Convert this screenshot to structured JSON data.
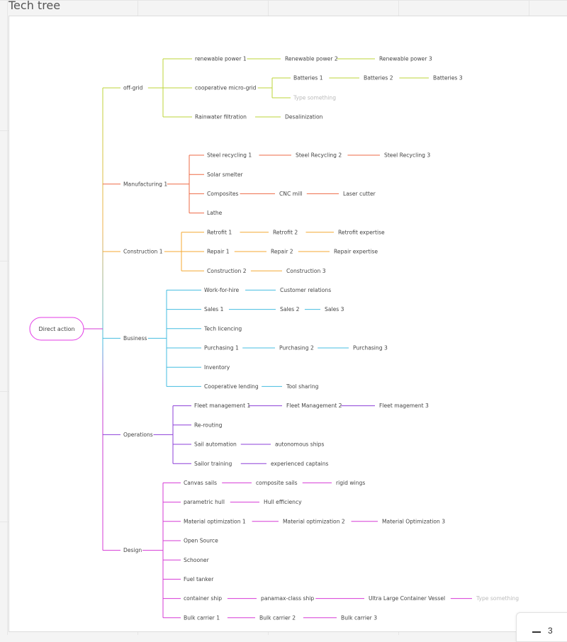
{
  "frame": {
    "title": "Tech tree"
  },
  "colors": {
    "offgrid": "#bcd63a",
    "manufacturing": "#ee6a45",
    "construction": "#f4a933",
    "business": "#45bde0",
    "operations": "#8d3fd8",
    "design": "#d63ad6",
    "spine_top": "#f0b04a",
    "spine_bottom": "#c33bd0",
    "placeholder": "#bbbbbb"
  },
  "tree": {
    "root": {
      "label": "Direct action"
    },
    "branches": [
      {
        "id": "offgrid",
        "label": "off-grid",
        "color": "offgrid",
        "children": [
          {
            "label": "renewable power 1",
            "chain": [
              "Renewable power 2",
              "Renewable power 3"
            ]
          },
          {
            "label": "cooperative micro-grid",
            "sub": [
              {
                "label": "Batteries 1",
                "chain": [
                  "Batteries 2",
                  "Batteries 3"
                ]
              },
              {
                "label": "Type something",
                "placeholder": true
              }
            ]
          },
          {
            "label": "Rainwater filtration",
            "chain": [
              "Desalinization"
            ]
          }
        ]
      },
      {
        "id": "manufacturing",
        "label": "Manufacturing 1",
        "color": "manufacturing",
        "children": [
          {
            "label": "Steel recycling 1",
            "chain": [
              "Steel Recycling 2",
              "Steel Recycling 3"
            ]
          },
          {
            "label": "Solar smelter"
          },
          {
            "label": "Composites",
            "chain": [
              "CNC mill",
              "Laser cutter"
            ]
          },
          {
            "label": "Lathe"
          }
        ]
      },
      {
        "id": "construction",
        "label": "Construction 1",
        "color": "construction",
        "children": [
          {
            "label": "Retrofit 1",
            "chain": [
              "Retrofit 2",
              "Retrofit expertise"
            ]
          },
          {
            "label": "Repair 1",
            "chain": [
              "Repair 2",
              "Repair expertise"
            ]
          },
          {
            "label": "Construction 2",
            "chain": [
              "Construction 3"
            ]
          }
        ]
      },
      {
        "id": "business",
        "label": "Business",
        "color": "business",
        "children": [
          {
            "label": "Work-for-hire",
            "chain": [
              "Customer relations"
            ]
          },
          {
            "label": "Sales 1",
            "chain": [
              "Sales 2",
              "Sales 3"
            ]
          },
          {
            "label": "Tech licencing"
          },
          {
            "label": "Purchasing 1",
            "chain": [
              "Purchasing 2",
              "Purchasing 3"
            ]
          },
          {
            "label": "Inventory"
          },
          {
            "label": "Cooperative lending",
            "chain": [
              "Tool sharing"
            ]
          }
        ]
      },
      {
        "id": "operations",
        "label": "Operations",
        "color": "operations",
        "children": [
          {
            "label": "Fleet management 1",
            "chain": [
              "Fleet Management 2",
              "Fleet magement 3"
            ]
          },
          {
            "label": "Re-routing"
          },
          {
            "label": "Sail automation",
            "chain": [
              "autonomous ships"
            ]
          },
          {
            "label": "Sailor training",
            "chain": [
              "experienced captains"
            ]
          }
        ]
      },
      {
        "id": "design",
        "label": "Design",
        "color": "design",
        "children": [
          {
            "label": "Canvas sails",
            "chain": [
              "composite sails",
              "rigid wings"
            ]
          },
          {
            "label": "parametric hull",
            "chain": [
              "Hull efficiency"
            ]
          },
          {
            "label": "Material optimization 1",
            "chain": [
              "Material optimization 2",
              "Material Optimization 3"
            ]
          },
          {
            "label": "Open Source"
          },
          {
            "label": "Schooner"
          },
          {
            "label": "Fuel tanker"
          },
          {
            "label": "container ship",
            "chain": [
              "panamax-class ship",
              "Ultra Large Container Vessel"
            ],
            "chain_placeholder": "Type something"
          },
          {
            "label": "Bulk carrier 1",
            "chain": [
              "Bulk carrier 2",
              "Bulk carrier 3"
            ]
          }
        ]
      }
    ]
  }
}
